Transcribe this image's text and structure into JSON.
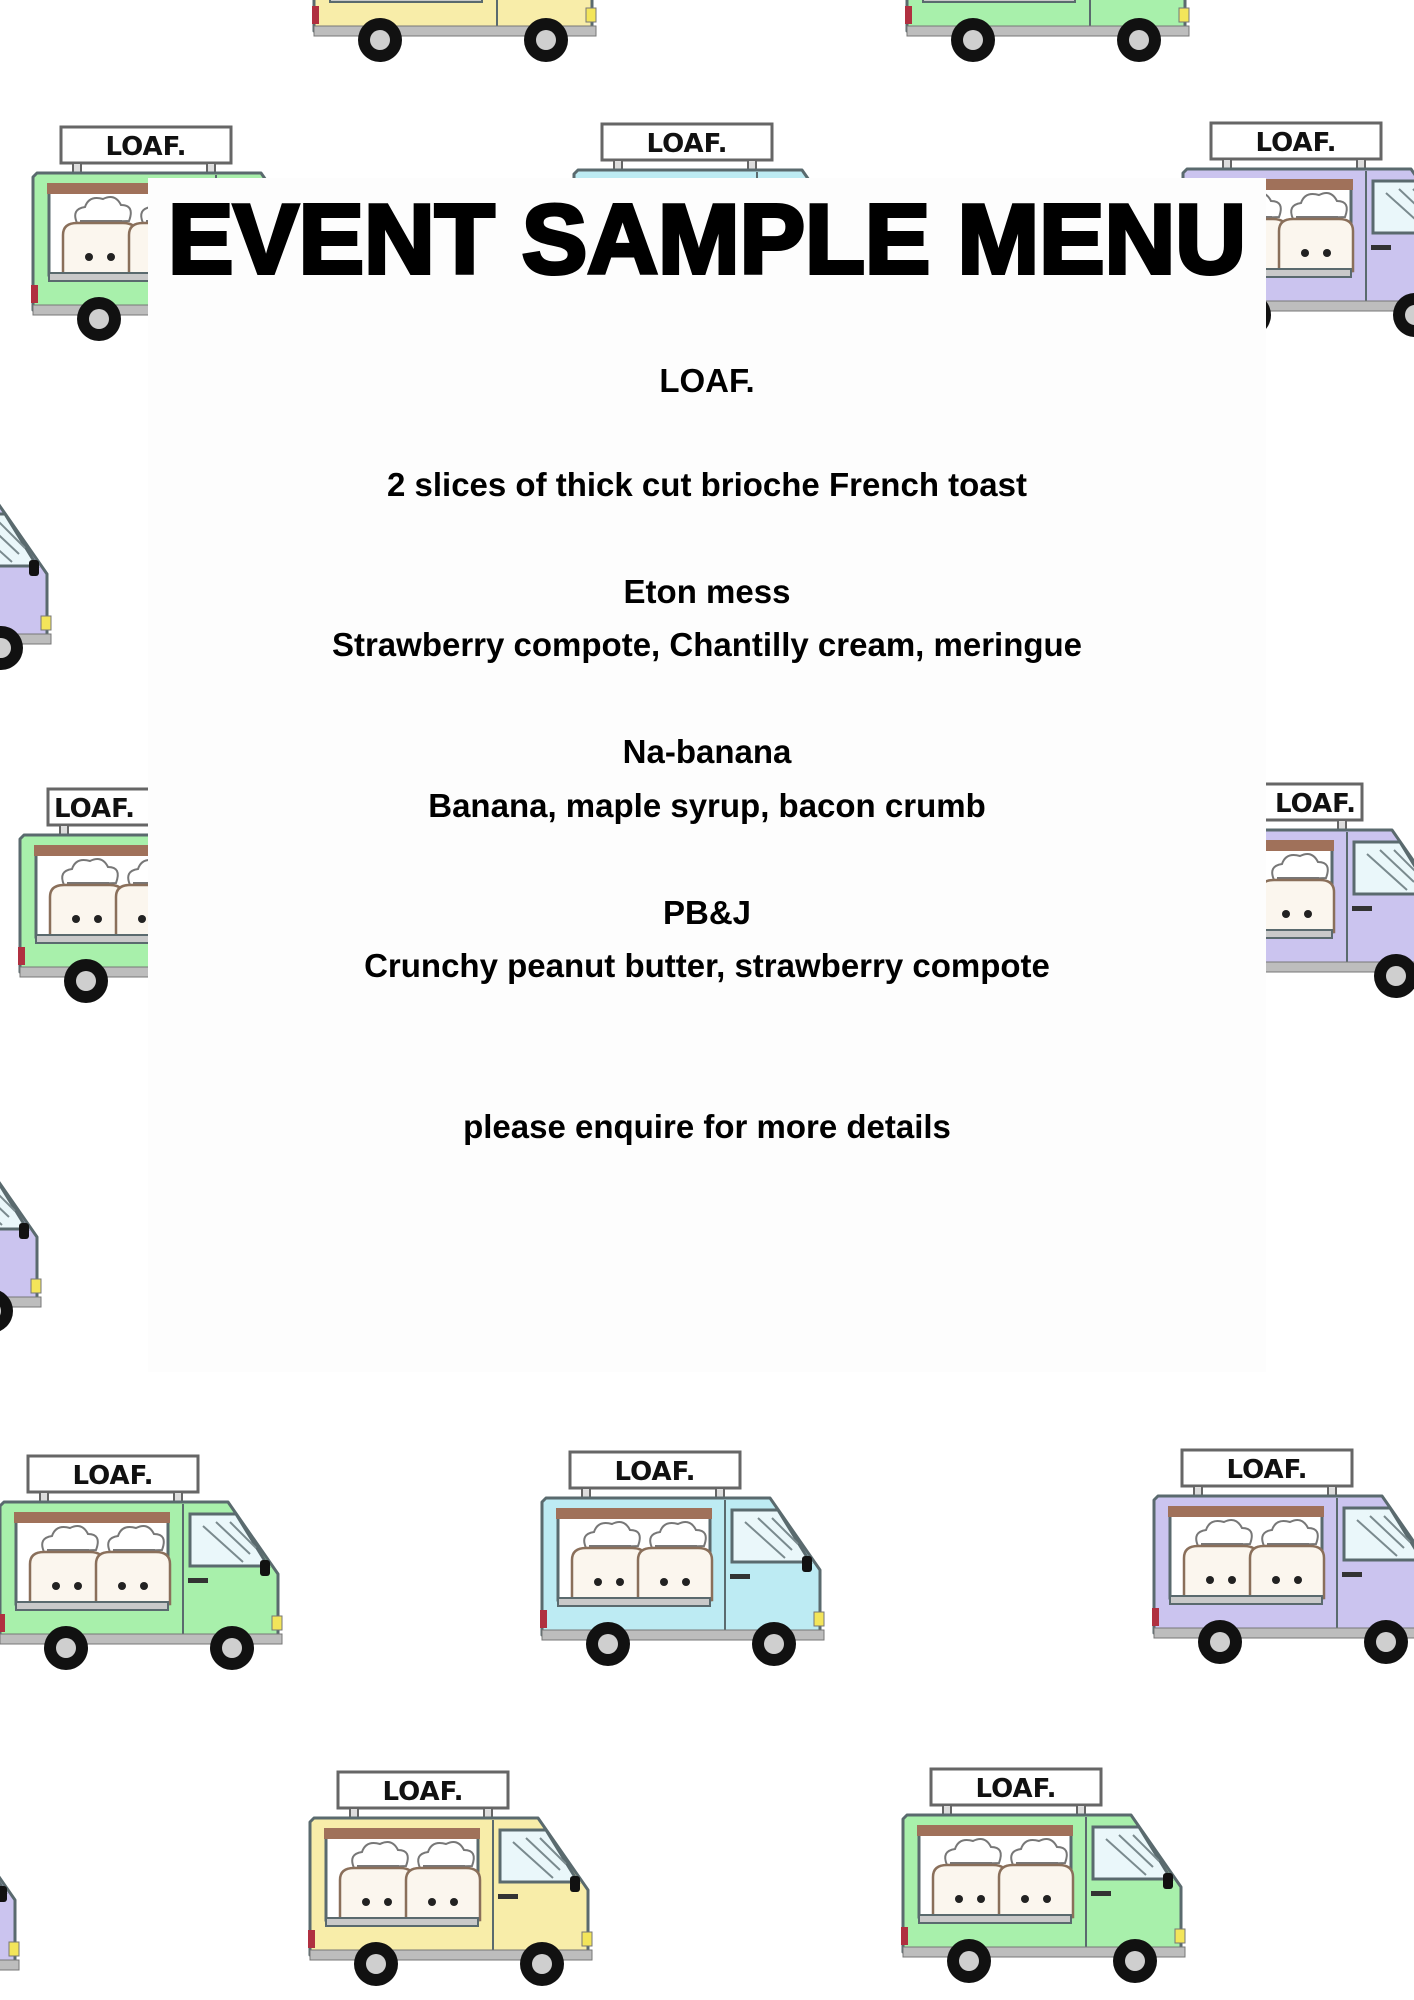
{
  "background": {
    "truck_sign": "LOAF.",
    "truck_colors": {
      "green": "#a8f0ab",
      "cyan": "#bdebf3",
      "purple": "#cbc4ef",
      "yellow": "#f8eda9"
    }
  },
  "menu": {
    "title": "EVENT SAMPLE MENU",
    "brand": "LOAF.",
    "intro": "2 slices of thick cut brioche French toast",
    "items": [
      {
        "name": "Eton mess",
        "description": "Strawberry compote, Chantilly cream, meringue"
      },
      {
        "name": "Na-banana",
        "description": "Banana, maple syrup, bacon crumb"
      },
      {
        "name": "PB&J",
        "description": "Crunchy peanut butter, strawberry compote"
      }
    ],
    "footer": "please enquire for more details"
  }
}
